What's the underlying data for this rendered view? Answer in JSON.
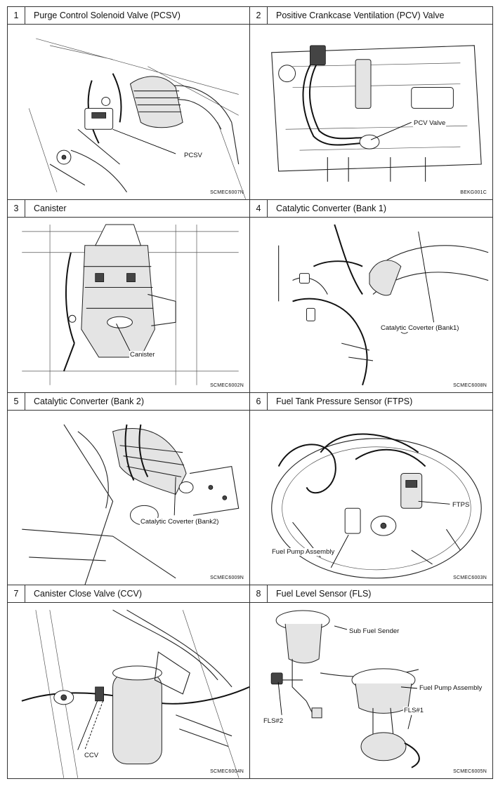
{
  "panels": [
    {
      "number": "1",
      "title": "Purge Control Solenoid Valve (PCSV)",
      "code": "SCMEC6007N",
      "labels": [
        "PCSV"
      ]
    },
    {
      "number": "2",
      "title": "Positive Crankcase Ventilation (PCV) Valve",
      "code": "BEKG001C",
      "labels": [
        "PCV Valve"
      ]
    },
    {
      "number": "3",
      "title": "Canister",
      "code": "SCMEC6002N",
      "labels": [
        "Canister"
      ]
    },
    {
      "number": "4",
      "title": "Catalytic Converter (Bank 1)",
      "code": "SCMEC6008N",
      "labels": [
        "Catalytic Coverter (Bank1)"
      ]
    },
    {
      "number": "5",
      "title": "Catalytic Converter (Bank 2)",
      "code": "SCMEC6009N",
      "labels": [
        "Catalytic Coverter (Bank2)"
      ]
    },
    {
      "number": "6",
      "title": "Fuel Tank Pressure Sensor (FTPS)",
      "code": "SCMEC6003N",
      "labels": [
        "FTPS",
        "Fuel Pump Assembly"
      ]
    },
    {
      "number": "7",
      "title": "Canister Close Valve (CCV)",
      "code": "SCMEC6004N",
      "labels": [
        "CCV"
      ]
    },
    {
      "number": "8",
      "title": "Fuel Level Sensor (FLS)",
      "code": "SCMEC6005N",
      "labels": [
        "Sub Fuel Sender",
        "Fuel Pump Assembly",
        "FLS#2",
        "FLS#1"
      ]
    }
  ]
}
